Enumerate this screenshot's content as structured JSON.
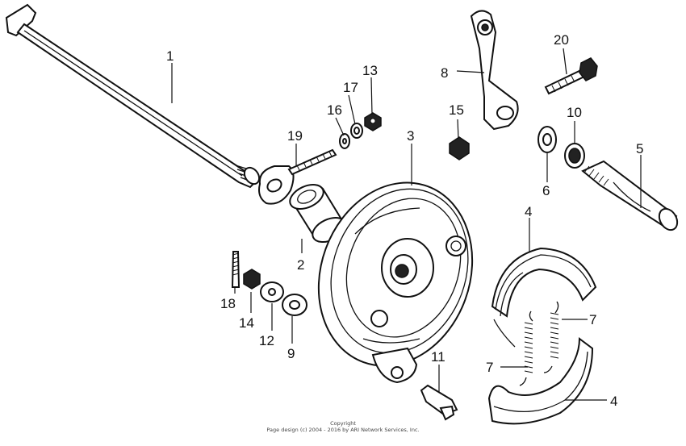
{
  "callouts": {
    "c1": "1",
    "c2": "2",
    "c3": "3",
    "c4a": "4",
    "c4b": "4",
    "c5": "5",
    "c6": "6",
    "c7a": "7",
    "c7b": "7",
    "c8": "8",
    "c9": "9",
    "c10": "10",
    "c11": "11",
    "c12": "12",
    "c13": "13",
    "c14": "14",
    "c15": "15",
    "c16": "16",
    "c17": "17",
    "c18": "18",
    "c19": "19",
    "c20": "20"
  },
  "footer": {
    "line1": "Copyright",
    "line2": "Page design (c) 2004 - 2016 by ARI Network Services, Inc."
  },
  "colors": {
    "ink": "#111111",
    "background": "#ffffff"
  }
}
